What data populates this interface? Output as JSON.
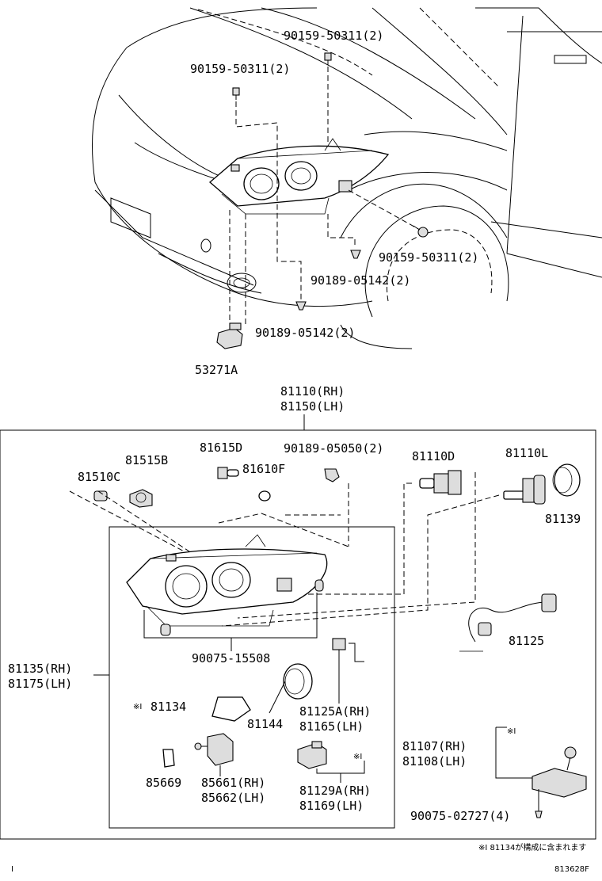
{
  "labels": {
    "bolt_top_right": "90159-50311(2)",
    "bolt_top_left": "90159-50311(2)",
    "bolt_mid_right": "90159-50311(2)",
    "clip_right": "90189-05142(2)",
    "clip_bottom": "90189-05142(2)",
    "bracket": "53271A",
    "assy_rh": "81110(RH)",
    "assy_lh": "81150(LH)",
    "bulb_81615d": "81615D",
    "clip_05050": "90189-05050(2)",
    "socket_81515b": "81515B",
    "socket_81510c": "81510C",
    "bulb_81610f": "81610F",
    "bulb_81110d": "81110D",
    "bulb_81110l": "81110L",
    "cover_81139": "81139",
    "wire_81125": "81125",
    "unit_rh": "81135(RH)",
    "unit_lh": "81175(LH)",
    "clip_15508": "90075-15508",
    "gasket_81134": "81134",
    "cap_81144": "81144",
    "wire_81125a_rh": "81125A(RH)",
    "wire_81165_lh": "81165(LH)",
    "ring_85669": "85669",
    "motor_85661_rh": "85661(RH)",
    "motor_85662_lh": "85662(LH)",
    "ballast_81129a_rh": "81129A(RH)",
    "ballast_81169_lh": "81169(LH)",
    "computer_81107_rh": "81107(RH)",
    "computer_81108_lh": "81108(LH)",
    "screw_02727": "90075-02727(4)",
    "mark_1": "※I",
    "mark_2": "※I",
    "mark_3": "※I",
    "footnote": "※I 81134が構成に含まれます",
    "diagram_code": "813628F",
    "corner_mark": "I"
  }
}
